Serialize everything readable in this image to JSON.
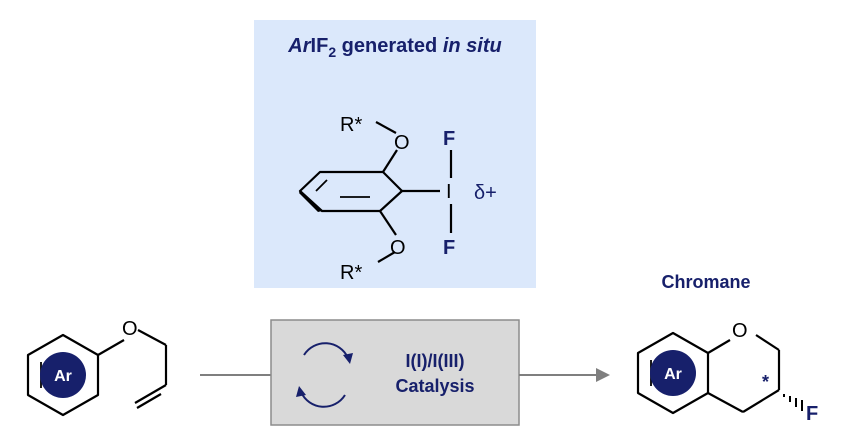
{
  "reagent_box": {
    "title_prefix": "Ar",
    "title_if": "IF",
    "title_subscript": "2",
    "title_middle": " generated ",
    "title_italic": "in situ",
    "atom_r_top": "R*",
    "atom_o_top": "O",
    "atom_r_bottom": "R*",
    "atom_o_bottom": "O",
    "atom_f_top": "F",
    "atom_f_bottom": "F",
    "atom_i": "I",
    "charge": "δ+"
  },
  "substrate": {
    "ring_label": "Ar",
    "atom_o": "O"
  },
  "catalysis_box": {
    "line1": "I(I)/I(III)",
    "line2": "Catalysis"
  },
  "product": {
    "title": "Chromane",
    "ring_label": "Ar",
    "atom_o": "O",
    "atom_f": "F",
    "stereo_marker": "*"
  },
  "colors": {
    "navy": "#17206b",
    "panel_blue": "#dbe8fb",
    "gray_box": "#d9d9d9",
    "gray_box_border": "#8c8c8c"
  }
}
